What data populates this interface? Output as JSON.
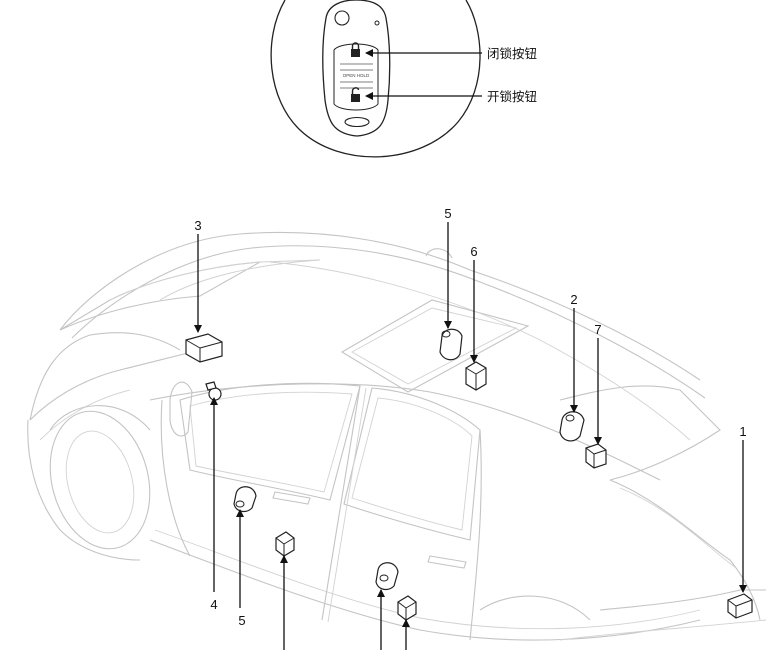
{
  "key_fob": {
    "lock_button_label": "闭锁按钮",
    "unlock_button_label": "开锁按钮"
  },
  "callouts": {
    "c1": "1",
    "c2": "2",
    "c3": "3",
    "c4": "4",
    "c5_roof": "5",
    "c5_door": "5",
    "c6": "6",
    "c7": "7"
  }
}
